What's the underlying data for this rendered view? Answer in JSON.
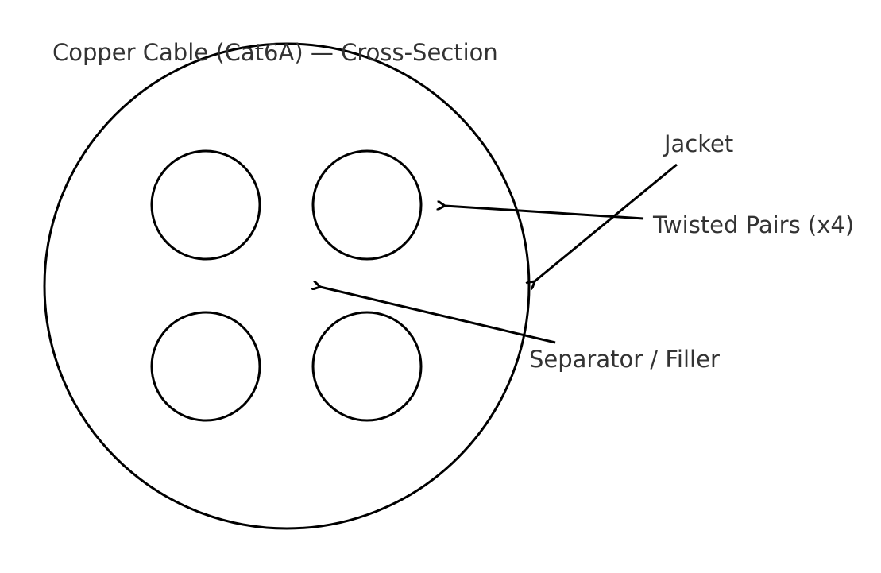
{
  "title": "Copper Cable (Cat6A) — Cross-Section",
  "labels": {
    "jacket": "Jacket",
    "twisted_pairs": "Twisted Pairs (x4)",
    "separator": "Separator / Filler"
  },
  "colors": {
    "stroke": "#000000",
    "text": "#333333",
    "background": "#ffffff"
  }
}
